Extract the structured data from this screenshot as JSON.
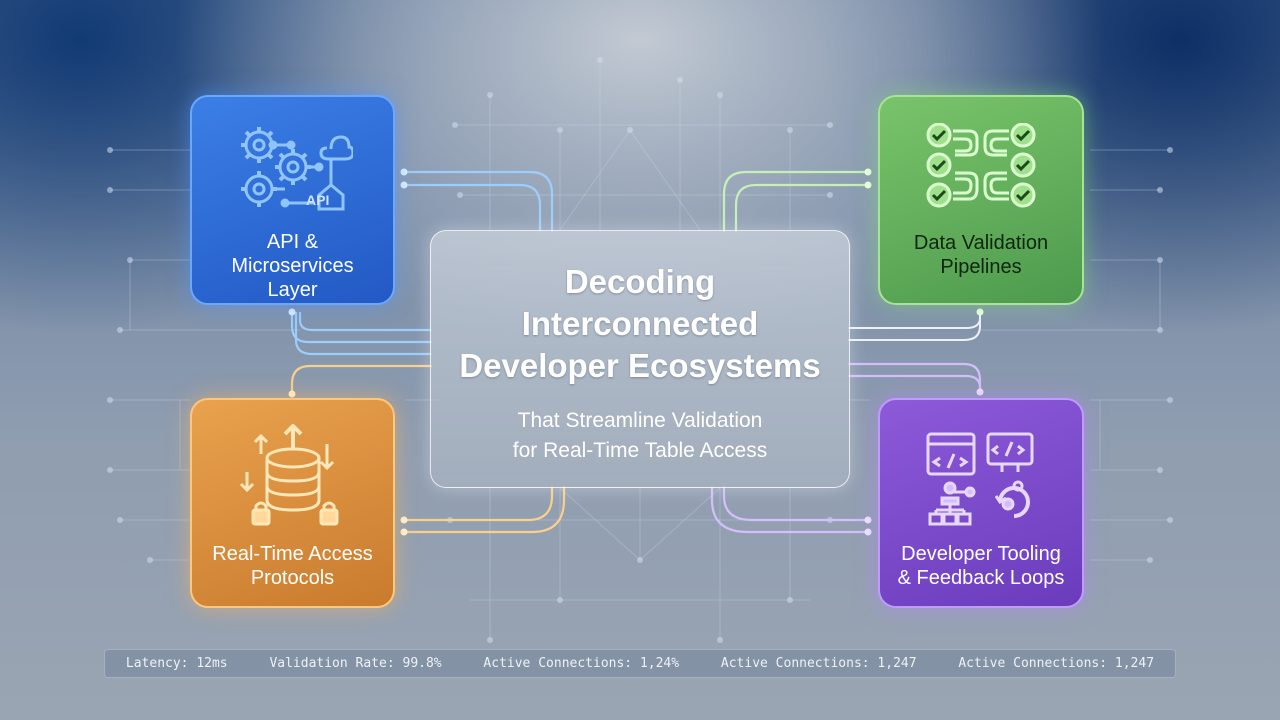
{
  "center": {
    "title": "Decoding\nInterconnected\nDeveloper Ecosystems",
    "subtitle": "That Streamline Validation\nfor Real-Time Table Access"
  },
  "cards": {
    "api": {
      "label": "API &\nMicroservices\nLayer",
      "icon": "gears-cloud-api-icon",
      "icon_text": "API",
      "color": "#2f6fdc"
    },
    "data": {
      "label": "Data Validation\nPipelines",
      "icon": "checklist-pipeline-icon",
      "color": "#5fae5a"
    },
    "realtime": {
      "label": "Real-Time Access\nProtocols",
      "icon": "database-lock-icon",
      "color": "#d98b3a"
    },
    "tooling": {
      "label": "Developer Tooling\n& Feedback Loops",
      "icon": "code-window-feedback-icon",
      "color": "#7a48cc"
    }
  },
  "status_bar": {
    "items": [
      "Latency: 12ms",
      "Validation Rate: 99.8%",
      "Active Connections: 1,24%",
      "Active Connections: 1,247",
      "Active Connections: 1,247"
    ]
  }
}
